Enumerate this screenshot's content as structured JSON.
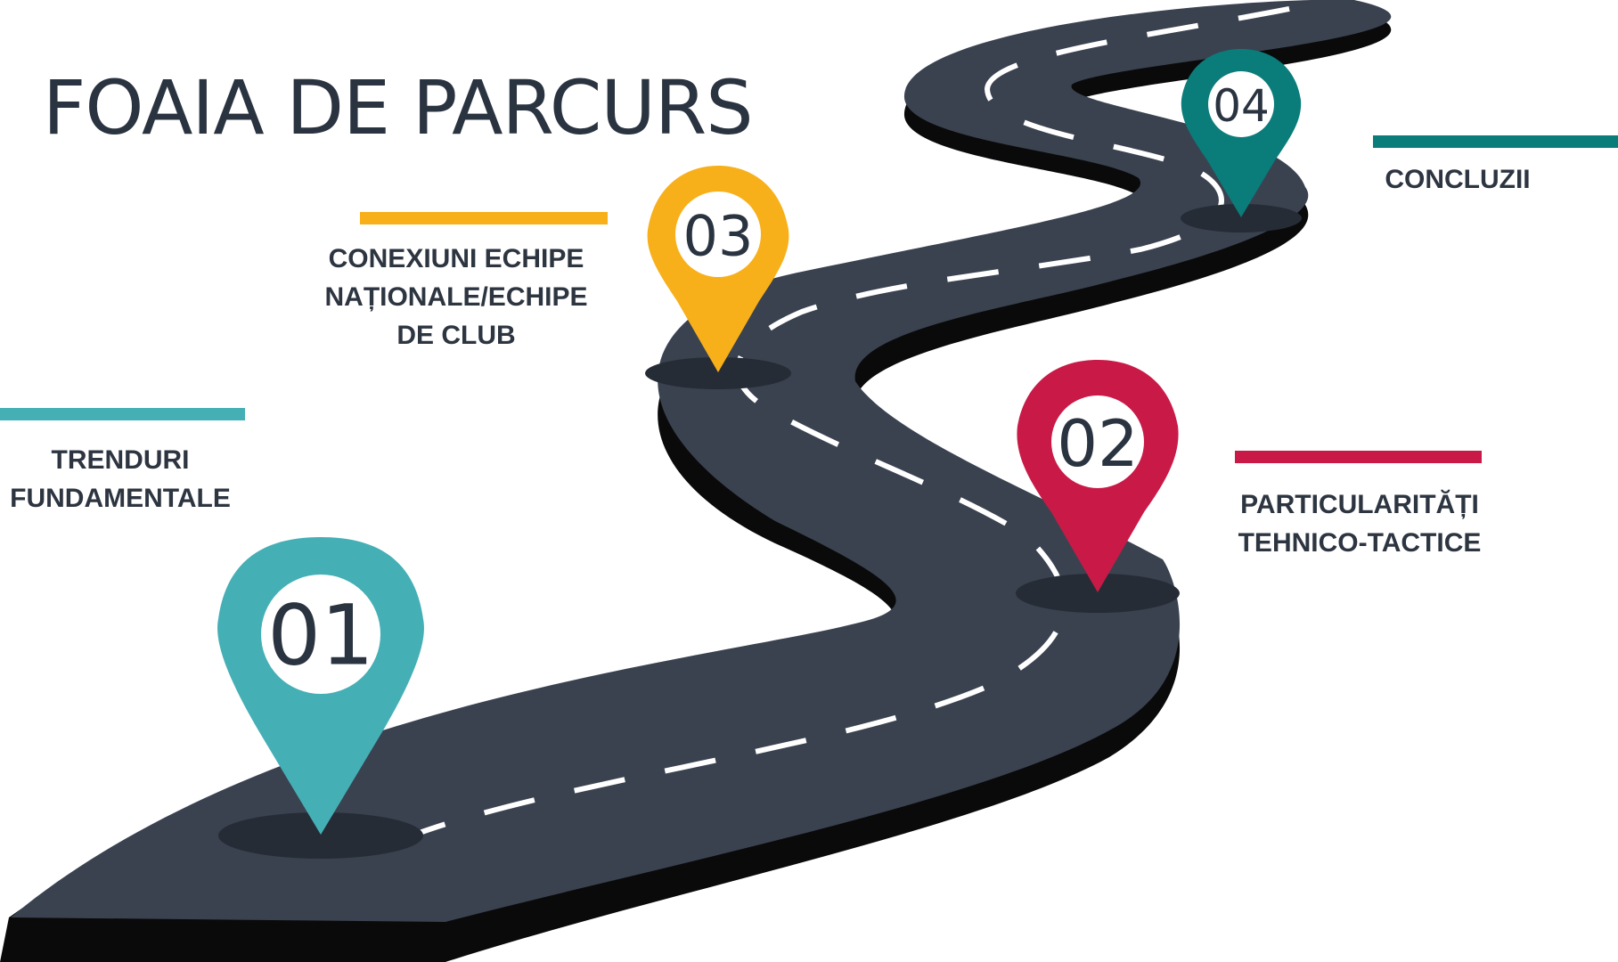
{
  "title": "FOAIA DE PARCURS",
  "colors": {
    "teal_light": "#45afb6",
    "red": "#c91a47",
    "yellow": "#f8b01a",
    "teal_dark": "#0a7c7a",
    "road": "#3a4250",
    "road_edge": "#0a0a0a",
    "dash": "#ffffff",
    "text": "#2d3541"
  },
  "milestones": [
    {
      "number": "01",
      "label_lines": [
        "TRENDURI",
        "FUNDAMENTALE"
      ]
    },
    {
      "number": "02",
      "label_lines": [
        "PARTICULARITĂȚI",
        "TEHNICO-TACTICE"
      ]
    },
    {
      "number": "03",
      "label_lines": [
        "CONEXIUNI ECHIPE",
        "NAȚIONALE/ECHIPE",
        "DE CLUB"
      ]
    },
    {
      "number": "04",
      "label_lines": [
        "CONCLUZII"
      ]
    }
  ]
}
